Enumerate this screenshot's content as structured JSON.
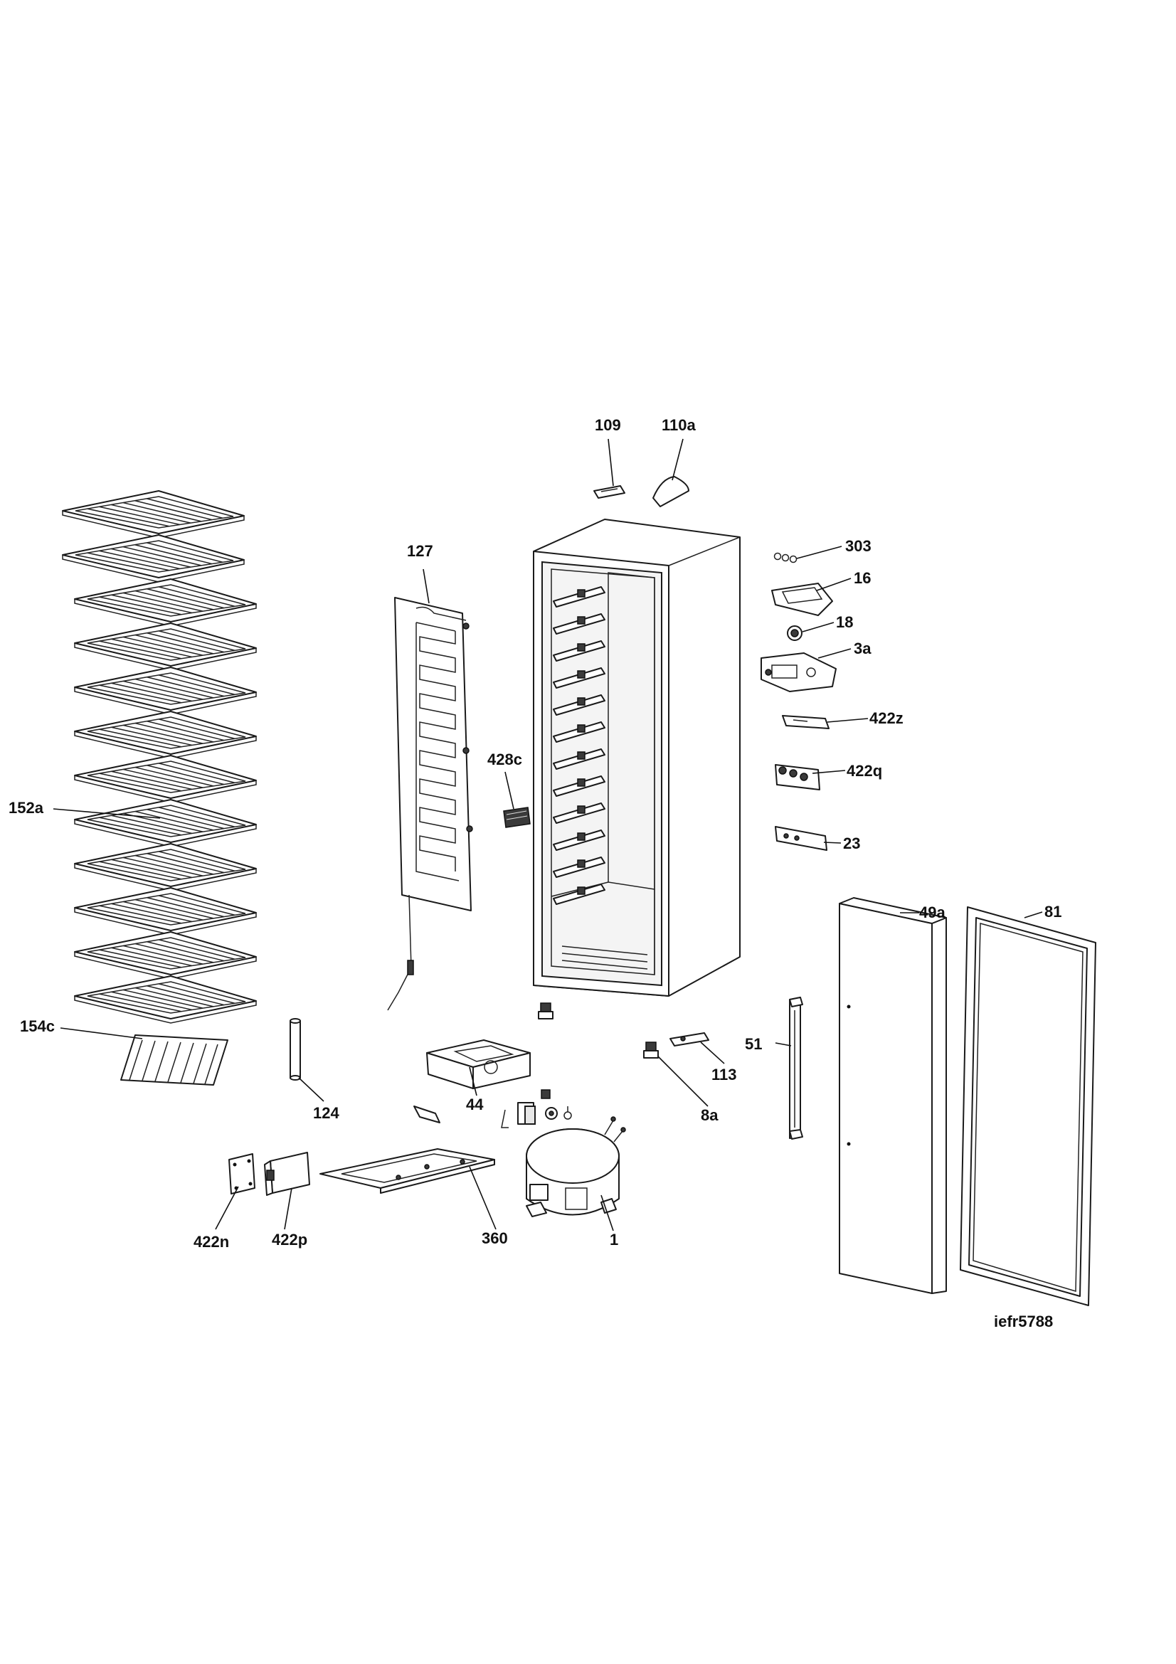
{
  "diagram_id": "iefr5788",
  "callouts": [
    {
      "key": "c109",
      "text": "109"
    },
    {
      "key": "c110a",
      "text": "110a"
    },
    {
      "key": "c303",
      "text": "303"
    },
    {
      "key": "c16",
      "text": "16"
    },
    {
      "key": "c18",
      "text": "18"
    },
    {
      "key": "c3a",
      "text": "3a"
    },
    {
      "key": "c422z",
      "text": "422z"
    },
    {
      "key": "c422q",
      "text": "422q"
    },
    {
      "key": "c23",
      "text": "23"
    },
    {
      "key": "c127",
      "text": "127"
    },
    {
      "key": "c428c",
      "text": "428c"
    },
    {
      "key": "c152a",
      "text": "152a"
    },
    {
      "key": "c154c",
      "text": "154c"
    },
    {
      "key": "c124",
      "text": "124"
    },
    {
      "key": "c44",
      "text": "44"
    },
    {
      "key": "c113",
      "text": "113"
    },
    {
      "key": "c8a",
      "text": "8a"
    },
    {
      "key": "c51",
      "text": "51"
    },
    {
      "key": "c49a",
      "text": "49a"
    },
    {
      "key": "c81",
      "text": "81"
    },
    {
      "key": "c422n",
      "text": "422n"
    },
    {
      "key": "c422p",
      "text": "422p"
    },
    {
      "key": "c360",
      "text": "360"
    },
    {
      "key": "c1",
      "text": "1"
    }
  ],
  "shelves": {
    "count": 12
  }
}
